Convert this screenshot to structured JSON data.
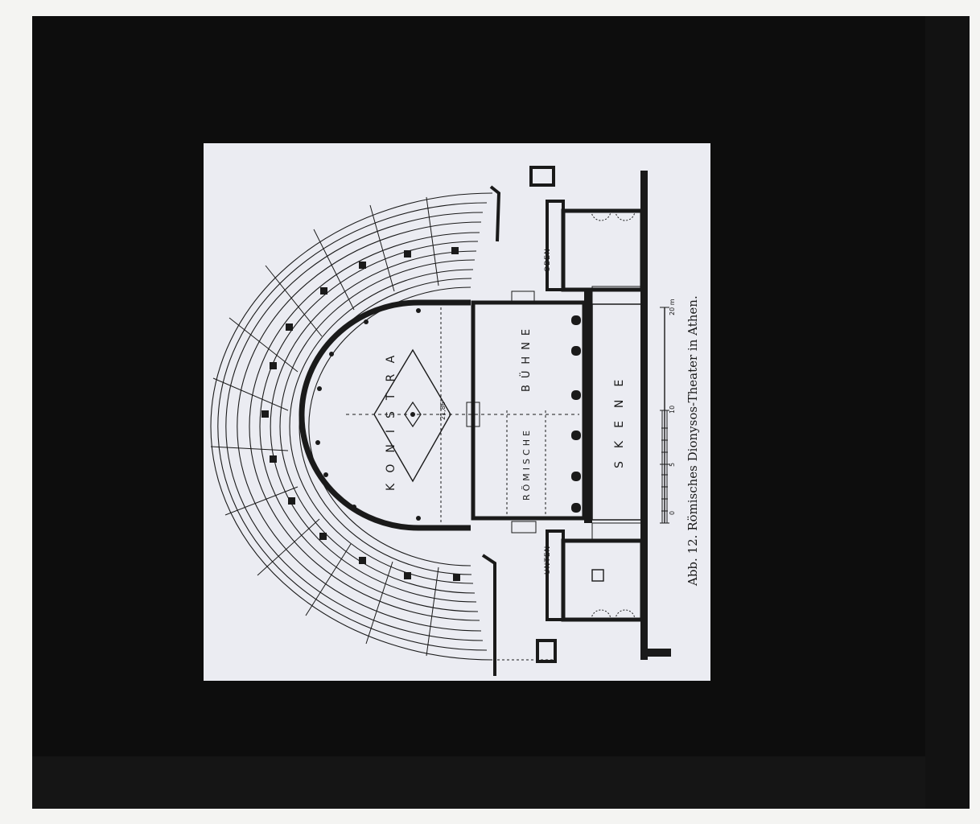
{
  "caption": "Abb. 12.  Römisches Dionysos-Theater in Athen.",
  "labels": {
    "konistra": "KONISTRA",
    "buehne": "BÜHNE",
    "roemische": "RÖMISCHE",
    "skene": "SKENE",
    "oben": "OBEN",
    "unten": "UNTEN",
    "altitude": "21,86"
  },
  "scale": {
    "ticks": [
      "0",
      "5",
      "10",
      "20 m"
    ]
  },
  "colors": {
    "slide_frame": "#0d0d0d",
    "paper": "#ebecf2",
    "ink": "#1a1a1a"
  }
}
